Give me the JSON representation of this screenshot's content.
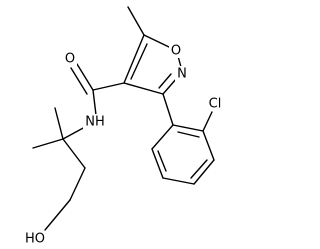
{
  "molecule": {
    "atom_labels": {
      "carbonyl_oxygen": "O",
      "ring_oxygen": "O",
      "ring_nitrogen": "N",
      "amide_nitrogen": "NH",
      "chlorine": "Cl",
      "hydroxyl": "HO"
    }
  }
}
